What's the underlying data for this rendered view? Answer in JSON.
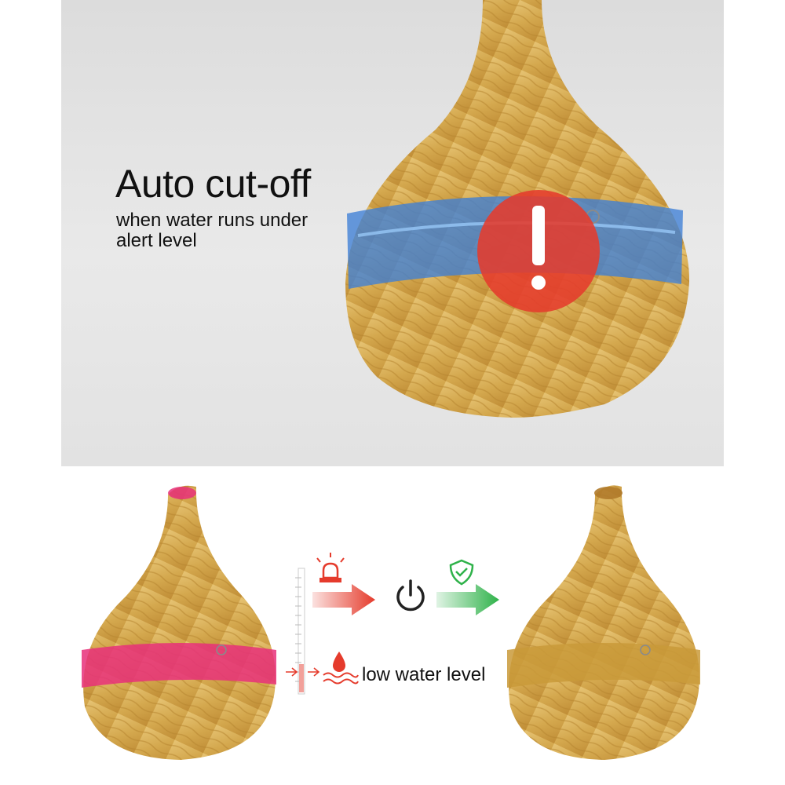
{
  "banner": {
    "headline": "Auto cut-off",
    "sub_line_1": "when water runs under",
    "sub_line_2": "alert level"
  },
  "flow": {
    "low_water_label": "low water level"
  },
  "icons": {
    "alert": "exclamation-alert-icon",
    "alarm": "siren-alarm-icon",
    "power": "power-icon",
    "shield": "shield-check-icon",
    "water": "water-drop-waves-icon"
  },
  "colors": {
    "alert_red": "#e53b2c",
    "ok_green": "#2fb24a",
    "band_blue": "#3d7fd6",
    "band_pink": "#e8307a",
    "band_amber": "#c99a3a",
    "wood": "#d8b060"
  }
}
